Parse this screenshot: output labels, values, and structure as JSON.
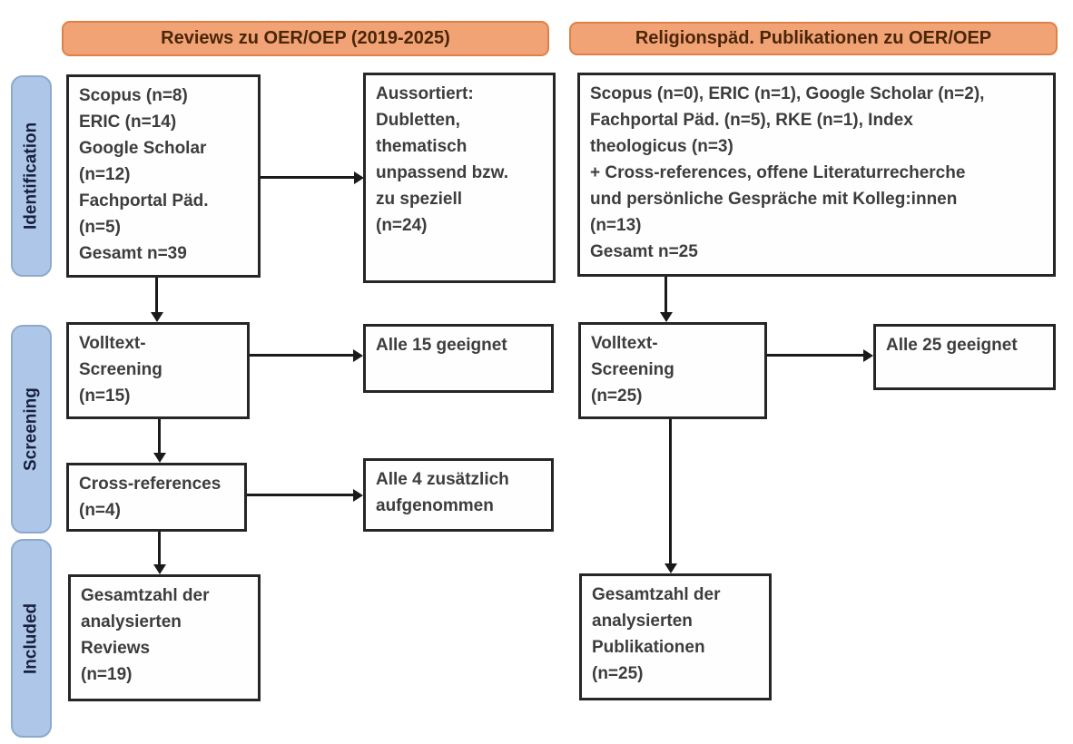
{
  "diagram": {
    "type": "prisma-flow",
    "title_left": "Reviews zu OER/OEP (2019-2025)",
    "title_right": "Religionspäd. Publikationen zu OER/OEP"
  },
  "stages": {
    "identification": "Identification",
    "screening": "Screening",
    "included": "Included"
  },
  "left": {
    "sources": "Scopus (n=8)\nERIC (n=14)\nGoogle Scholar\n(n=12)\nFachportal Päd.\n(n=5)\nGesamt n=39",
    "excluded": "Aussortiert:\nDubletten,\nthematisch\nunpassend bzw.\nzu speziell\n(n=24)",
    "fulltext_screening": "Volltext-\nScreening\n(n=15)",
    "eligible": "Alle 15 geeignet",
    "cross_references": "Cross-references\n(n=4)",
    "added": "Alle 4 zusätzlich\naufgenommen",
    "total": "Gesamtzahl der\nanalysierten\nReviews\n(n=19)"
  },
  "right": {
    "sources": "Scopus (n=0), ERIC (n=1), Google Scholar (n=2),\nFachportal Päd. (n=5), RKE (n=1), Index\ntheologicus (n=3)\n+ Cross-references, offene Literaturrecherche\nund persönliche Gespräche mit Kolleg:innen\n(n=13)\nGesamt n=25",
    "fulltext_screening": "Volltext-\nScreening\n(n=25)",
    "eligible": "Alle 25 geeignet",
    "total": "Gesamtzahl der\nanalysierten\nPublikationen\n(n=25)"
  },
  "colors": {
    "header_fill": "#F2A376",
    "header_border": "#DD8147",
    "header_text": "#4A2608",
    "stage_fill": "#AEC7E8",
    "stage_border": "#8EA9CE",
    "stage_text": "#17203D",
    "box_border": "#262626",
    "box_text": "#3D3D3D",
    "arrow": "#1A1A1A",
    "background": "#FFFFFF"
  }
}
